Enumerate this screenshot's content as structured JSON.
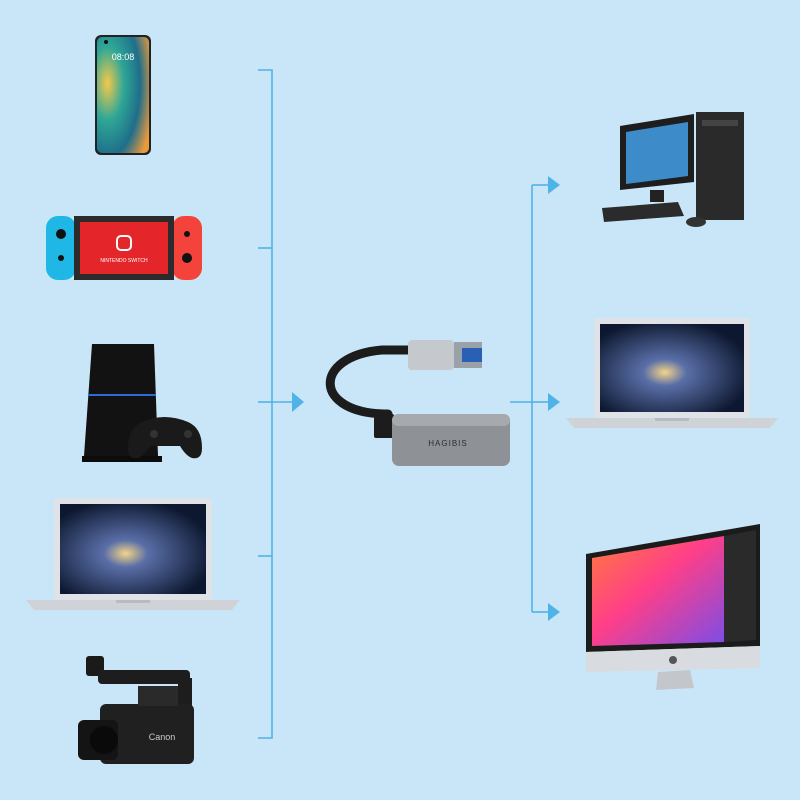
{
  "colors": {
    "background": "#c9e6f8",
    "connector_line": "#4fb3e8",
    "adapter_body": "#8e9296",
    "cable": "#1c1c1c"
  },
  "sources": [
    {
      "name": "smartphone",
      "icon": "smartphone-icon",
      "screen_text": "08:08"
    },
    {
      "name": "game-console-handheld",
      "icon": "handheld-console-icon",
      "screen_text": "NINTENDO SWITCH"
    },
    {
      "name": "game-console",
      "icon": "console-with-controller-icon"
    },
    {
      "name": "laptop",
      "icon": "laptop-icon"
    },
    {
      "name": "camcorder",
      "icon": "camcorder-icon",
      "brand_text": "Canon"
    }
  ],
  "adapter": {
    "icon": "usb-capture-adapter-icon",
    "brand_text": "HAGIBIS"
  },
  "outputs": [
    {
      "name": "desktop-pc",
      "icon": "desktop-pc-icon"
    },
    {
      "name": "laptop",
      "icon": "laptop-icon"
    },
    {
      "name": "all-in-one-monitor",
      "icon": "imac-icon"
    }
  ]
}
